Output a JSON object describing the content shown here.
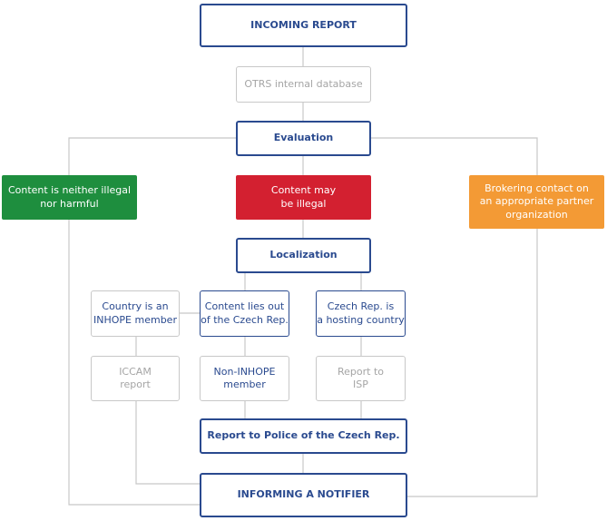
{
  "nodes": {
    "incoming_report": "INCOMING REPORT",
    "otrs": "OTRS internal database",
    "evaluation": "Evaluation",
    "neither": [
      "Content is neither illegal",
      "nor harmful"
    ],
    "may_be_illegal": [
      "Content may",
      "be illegal"
    ],
    "brokering": [
      "Brokering contact on",
      "an appropriate partner",
      "organization"
    ],
    "localization": "Localization",
    "inhope_member": [
      "Country is an",
      "INHOPE member"
    ],
    "outside_cz": [
      "Content lies out",
      "of the Czech Rep."
    ],
    "cz_hosting": [
      "Czech Rep. is",
      "a hosting country"
    ],
    "iccam": [
      "ICCAM",
      "report"
    ],
    "non_inhope": [
      "Non-INHOPE",
      "member"
    ],
    "report_isp": [
      "Report to",
      "ISP"
    ],
    "police": "Report to Police of the Czech Rep.",
    "informing": "INFORMING A NOTIFIER"
  },
  "colors": {
    "navy": "#2a4a8f",
    "grey_line": "#c8c8c8",
    "green": "#1e8e3e",
    "red": "#d32030",
    "orange": "#f39a35"
  }
}
